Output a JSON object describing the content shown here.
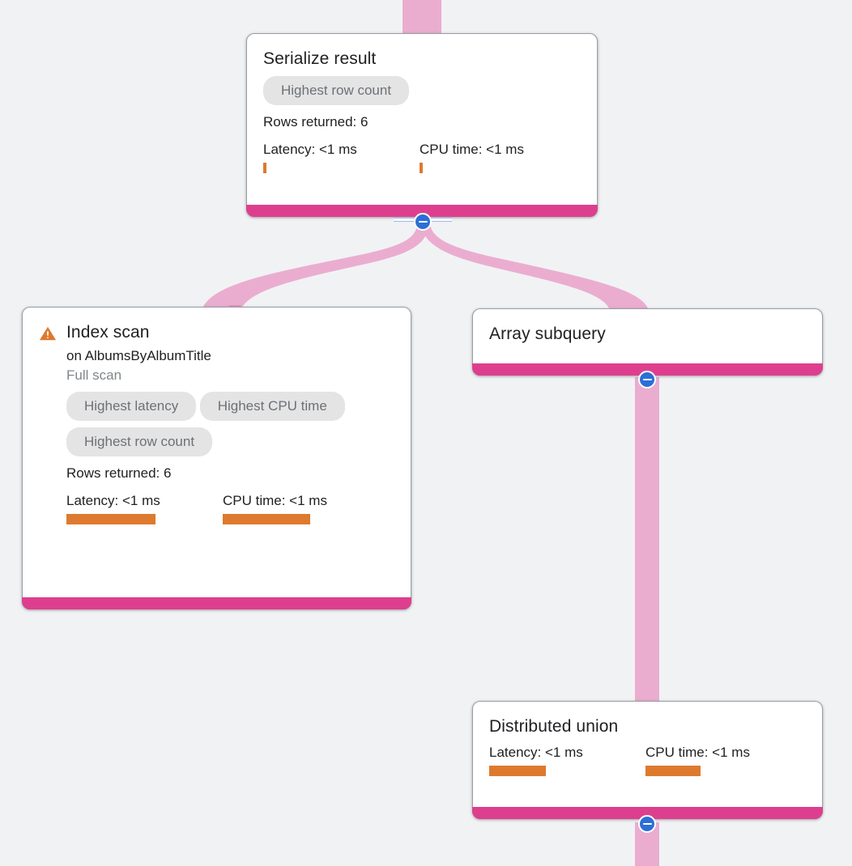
{
  "canvas": {
    "background": "#f1f2f4",
    "accent_color": "#dd3f8e",
    "edge_color": "#eaadd0",
    "bar_color": "#dd7a2f",
    "toggle_color": "#2b6fd6",
    "warning_color": "#dd7a2f"
  },
  "labels": {
    "latency_prefix": "Latency:",
    "cpu_prefix": "CPU time:",
    "rows_prefix": "Rows returned:"
  },
  "nodes": [
    {
      "id": "serialize-result",
      "title": "Serialize result",
      "warning": false,
      "chips": [
        "Highest row count"
      ],
      "rows_returned": "Rows returned: 6",
      "latency": "Latency: <1 ms",
      "cpu_time": "CPU time: <1 ms",
      "latency_bar_width": 4,
      "cpu_bar_width": 4,
      "toggle": {
        "icon": "collapse-icon",
        "multi_child": true
      }
    },
    {
      "id": "index-scan",
      "title": "Index scan",
      "warning": true,
      "warning_icon": "warning-triangle-icon",
      "subtitle": "on AlbumsByAlbumTitle",
      "scan_type": "Full scan",
      "chips": [
        "Highest latency",
        "Highest CPU time",
        "Highest row count"
      ],
      "rows_returned": "Rows returned: 6",
      "latency": "Latency: <1 ms",
      "cpu_time": "CPU time: <1 ms",
      "latency_bar_width": 110,
      "cpu_bar_width": 108,
      "toggle": null
    },
    {
      "id": "array-subquery",
      "title": "Array subquery",
      "warning": false,
      "chips": [],
      "toggle": {
        "icon": "collapse-icon",
        "multi_child": false
      }
    },
    {
      "id": "distributed-union",
      "title": "Distributed union",
      "warning": false,
      "chips": [],
      "latency": "Latency: <1 ms",
      "cpu_time": "CPU time: <1 ms",
      "latency_bar_width": 70,
      "cpu_bar_width": 68,
      "toggle": {
        "icon": "collapse-icon",
        "multi_child": false
      }
    }
  ]
}
